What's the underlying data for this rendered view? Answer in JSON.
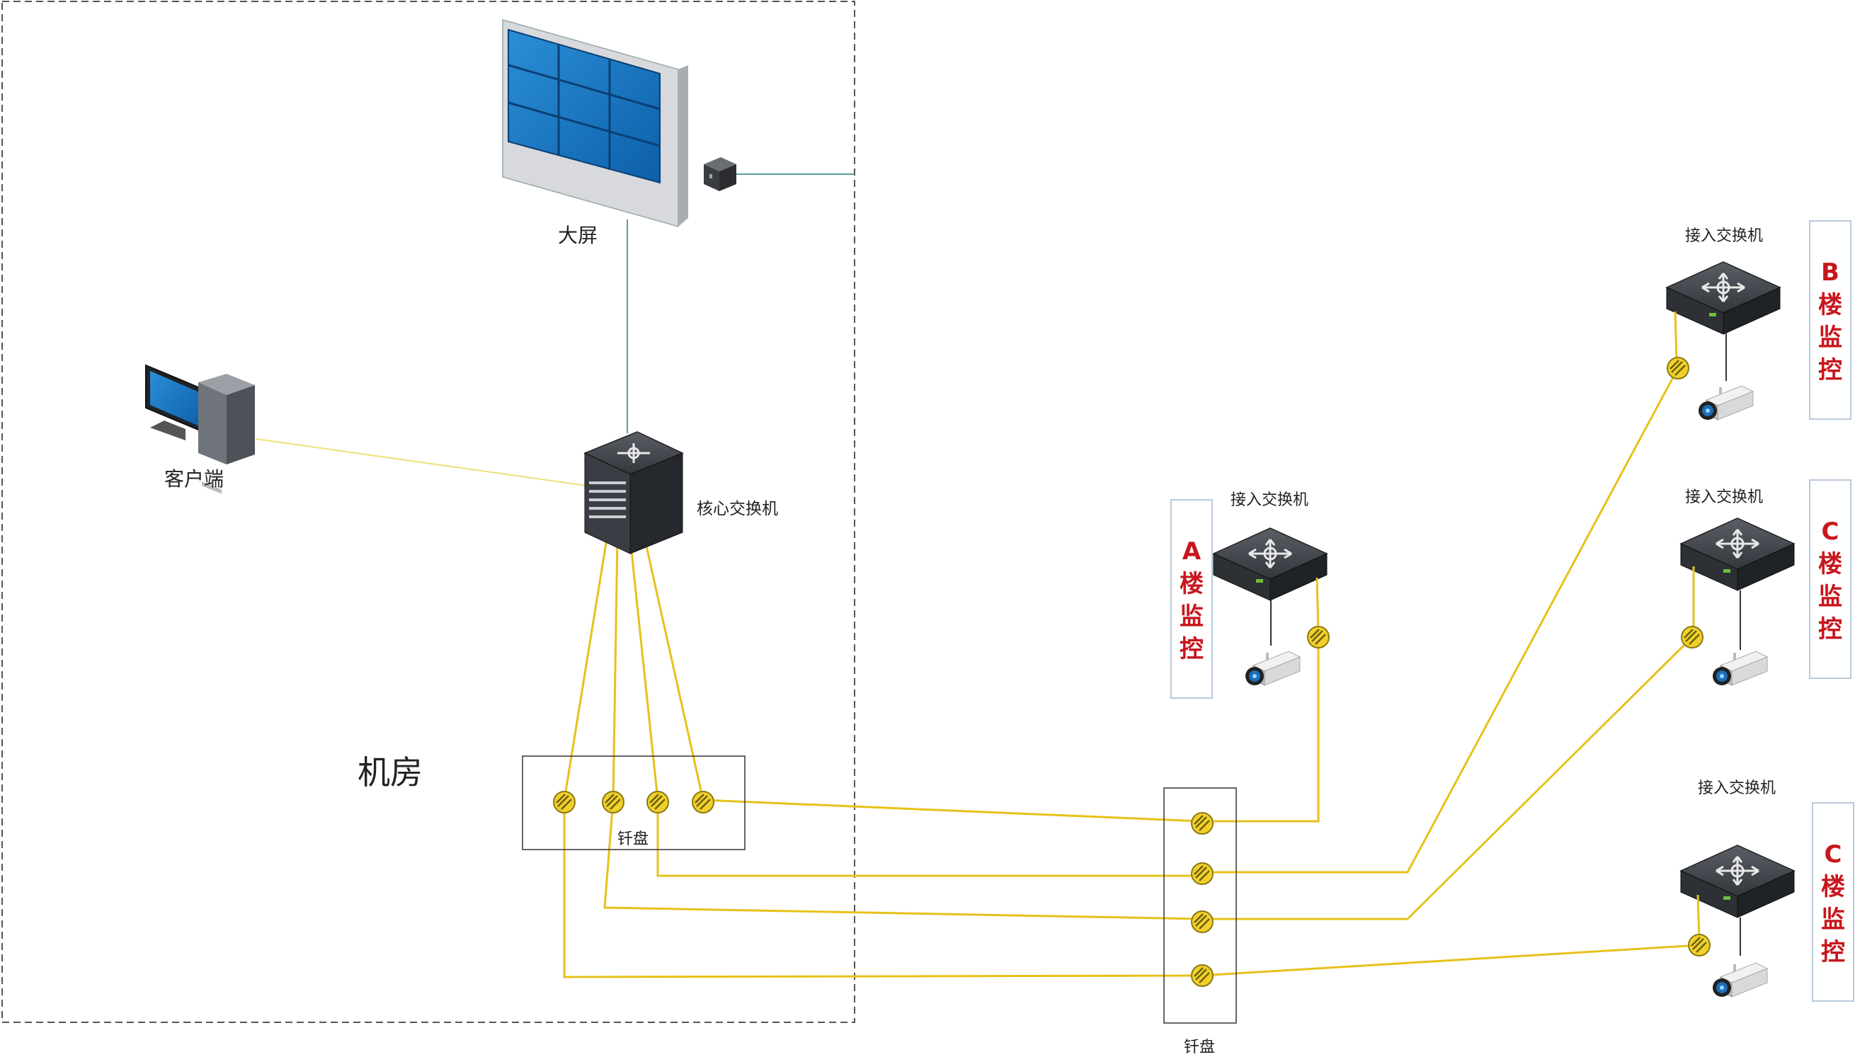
{
  "labels": {
    "big_screen": "大屏",
    "client": "客户端",
    "core_switch": "核心交换机",
    "machine_room": "机房",
    "patch_panel_local": "钎盘",
    "patch_panel_remote": "钎盘",
    "access_switch_a": "接入交换机",
    "access_switch_b": "接入交换机",
    "access_switch_c1": "接入交换机",
    "access_switch_c2": "接入交换机"
  },
  "buildings": [
    {
      "letter": "A",
      "c1": "楼",
      "c2": "监",
      "c3": "控"
    },
    {
      "letter": "B",
      "c1": "楼",
      "c2": "监",
      "c3": "控"
    },
    {
      "letter": "C",
      "c1": "楼",
      "c2": "监",
      "c3": "控"
    },
    {
      "letter": "C",
      "c1": "楼",
      "c2": "监",
      "c3": "控"
    }
  ],
  "colors": {
    "fiber": "#e6c21a",
    "ethernet": "#5a9e98",
    "building_text": "#c8161d",
    "room_border": "#555555"
  },
  "icons": {
    "big_screen": "video-wall-icon",
    "decoder": "decoder-box-icon",
    "client": "desktop-computer-icon",
    "core_switch": "core-switch-icon",
    "access_switch": "access-switch-icon",
    "camera": "cctv-camera-icon",
    "fiber_connector": "fiber-connector-icon"
  }
}
